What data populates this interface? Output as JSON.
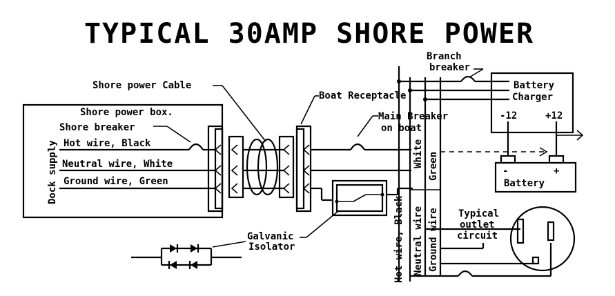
{
  "title": "TYPICAL 30AMP SHORE POWER",
  "labels": {
    "shore_power_cable": "Shore power Cable",
    "boat_receptacle": "Boat Receptacle",
    "branch_breaker_line1": "Branch",
    "branch_breaker_line2": "breaker",
    "battery_charger_line1": "Battery",
    "battery_charger_line2": "Charger",
    "charger_minus": "-12",
    "charger_plus": "+12",
    "shore_power_box": "Shore power box.",
    "shore_breaker": "Shore breaker",
    "hot_wire": "Hot wire, Black",
    "neutral_wire": "Neutral wire, White",
    "ground_wire": "Ground wire, Green",
    "dock_supply": "Dock supply",
    "main_breaker_line1": "Main Breaker",
    "main_breaker_line2": "on boat",
    "white": "White",
    "green": "Green",
    "battery": "Battery",
    "battery_minus": "-",
    "battery_plus": "+",
    "hot_wire_black_vertical": "Hot wire, Black",
    "neutral_wire_vertical": "Neutral wire",
    "ground_wire_vertical": "Ground wire",
    "outlet_line1": "Typical",
    "outlet_line2": "outlet",
    "outlet_line3": "circuit",
    "galvanic_line1": "Galvanic",
    "galvanic_line2": "Isolator"
  }
}
